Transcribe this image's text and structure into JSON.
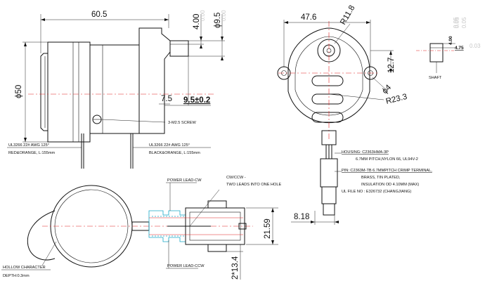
{
  "side_view": {
    "width": "60.5",
    "diameter": "ϕ50",
    "shaft_dia": "ϕ9.5",
    "shaft_offset": "4.00",
    "shaft_len": "7.5",
    "shaft_pos": "9.5±0.2",
    "screw": "3-M2.5 SCREW",
    "lead_left_1": "UL3266  22# AWG 125°",
    "lead_left_2": "RED&ORANGE, L:155mm",
    "lead_right_1": "UL3266  22# AWG 125°",
    "lead_right_2": "BLACK&ORANGE, L:155mm",
    "ghost": [
      "0.00",
      "0.00"
    ]
  },
  "front_view": {
    "width": "47.6",
    "radius_top": "R11.8",
    "height": "12.7",
    "hole_dia": "ϕ4",
    "radius_body": "R23.3",
    "ghost": [
      "0.05",
      "0.05"
    ]
  },
  "shaft_detail": {
    "dim_a": "4.00",
    "dim_b": "4.75",
    "label": "SHAFT",
    "ghost": [
      "0.05",
      "0.03"
    ]
  },
  "spec": {
    "housing": "HOUSING:  C2363HMA-3P",
    "housing_desc": "6.7MM PITCH,NYLON 66, UL94V-2",
    "pin": "PIN:  C2363M-TB  6.7MMPITCH CRIMP TERMINAL,",
    "pin_desc_1": "BRASS, TIN PLATED,",
    "pin_desc_2": "INSULATION OD 4.10MM (MAX)",
    "ul_file": "UL FILE NO : E326732 (CHANGJIANG)"
  },
  "bottom_view": {
    "power_cw": "POWER LEAD-CW",
    "cwccw": "CW/CCW -",
    "two_leads": "TWO LEADS INTO ONE HOLE",
    "power_ccw": "POWER LEAD-CCW",
    "hollow_1": "HOLLOW CHARACTER",
    "hollow_2": "DEPTH:0.3mm",
    "conn_w": "8.18",
    "conn_h": "21.59",
    "conn_pitch": "2*13.4"
  }
}
